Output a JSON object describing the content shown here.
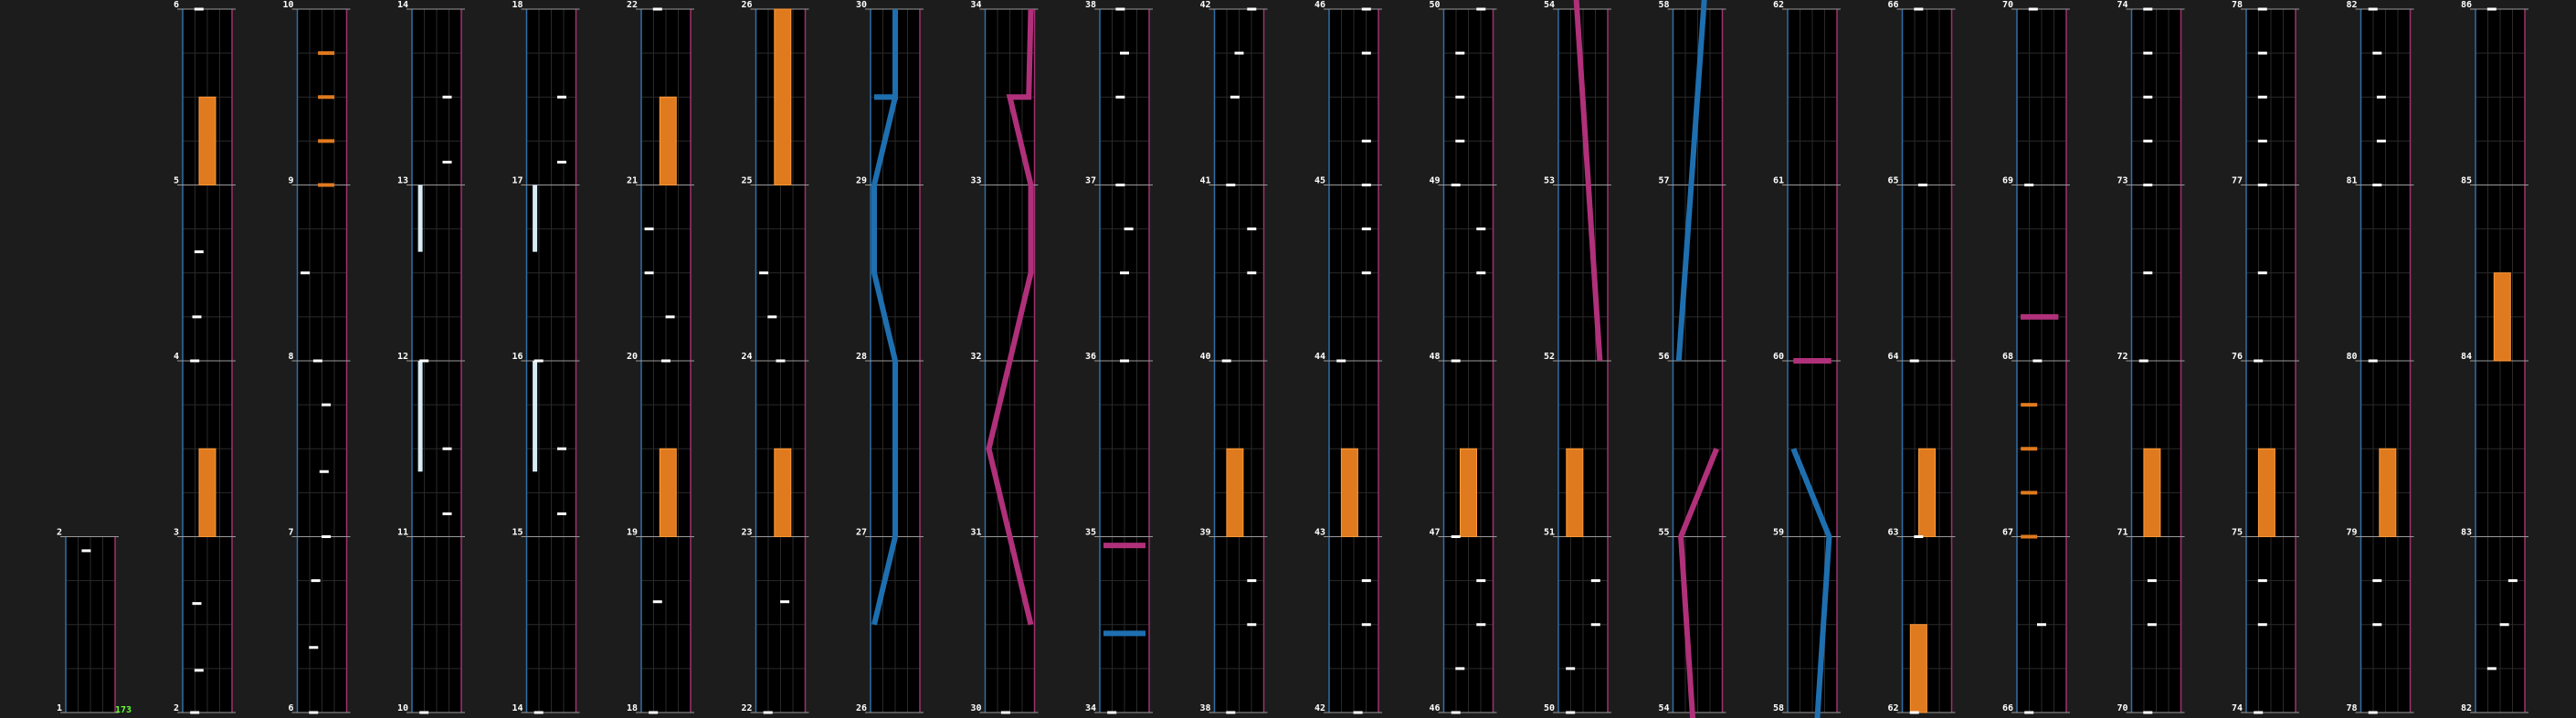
{
  "colors": {
    "background": "#1c1c1c",
    "lane_bg": "#000000",
    "left_border": "#2e6fa8",
    "right_border": "#a0306e",
    "beat_line": "#2a2a2a",
    "measure_line": "#9a9a9a",
    "tap_note": "#ffffff",
    "hold_note": "#e07a1e",
    "flick_note": "#e07a1e",
    "blue_slide": "#1e6fb0",
    "pink_slide": "#b0307a",
    "long_white": "#d9ecf5",
    "combo_text": "#66ff33"
  },
  "combo_count": "173",
  "columns": [
    {
      "start": 1,
      "end": 2,
      "labels": [
        "1",
        "2"
      ]
    },
    {
      "start": 2,
      "end": 6,
      "labels": [
        "2",
        "3",
        "4",
        "5",
        "6"
      ]
    },
    {
      "start": 6,
      "end": 10,
      "labels": [
        "6",
        "7",
        "8",
        "9",
        "10"
      ]
    },
    {
      "start": 10,
      "end": 14,
      "labels": [
        "10",
        "11",
        "12",
        "13",
        "14"
      ]
    },
    {
      "start": 14,
      "end": 18,
      "labels": [
        "14",
        "15",
        "16",
        "17",
        "18"
      ]
    },
    {
      "start": 18,
      "end": 22,
      "labels": [
        "18",
        "19",
        "20",
        "21",
        "22"
      ]
    },
    {
      "start": 22,
      "end": 26,
      "labels": [
        "22",
        "23",
        "24",
        "25",
        "26"
      ]
    },
    {
      "start": 26,
      "end": 30,
      "labels": [
        "26",
        "27",
        "28",
        "29",
        "30"
      ]
    },
    {
      "start": 30,
      "end": 34,
      "labels": [
        "30",
        "31",
        "32",
        "33",
        "34"
      ]
    },
    {
      "start": 34,
      "end": 38,
      "labels": [
        "34",
        "35",
        "36",
        "37",
        "38"
      ]
    },
    {
      "start": 38,
      "end": 42,
      "labels": [
        "38",
        "39",
        "40",
        "41",
        "42"
      ]
    },
    {
      "start": 42,
      "end": 46,
      "labels": [
        "42",
        "43",
        "44",
        "45",
        "46"
      ]
    },
    {
      "start": 46,
      "end": 50,
      "labels": [
        "46",
        "47",
        "48",
        "49",
        "50"
      ]
    },
    {
      "start": 50,
      "end": 54,
      "labels": [
        "50",
        "51",
        "52",
        "53",
        "54"
      ]
    },
    {
      "start": 54,
      "end": 58,
      "labels": [
        "54",
        "55",
        "56",
        "57",
        "58"
      ]
    },
    {
      "start": 58,
      "end": 62,
      "labels": [
        "58",
        "59",
        "60",
        "61",
        "62"
      ]
    },
    {
      "start": 62,
      "end": 66,
      "labels": [
        "62",
        "63",
        "64",
        "65",
        "66"
      ]
    },
    {
      "start": 66,
      "end": 70,
      "labels": [
        "66",
        "67",
        "68",
        "69",
        "70"
      ]
    },
    {
      "start": 70,
      "end": 74,
      "labels": [
        "70",
        "71",
        "72",
        "73",
        "74"
      ]
    },
    {
      "start": 74,
      "end": 78,
      "labels": [
        "74",
        "75",
        "76",
        "77",
        "78"
      ]
    },
    {
      "start": 78,
      "end": 82,
      "labels": [
        "78",
        "79",
        "80",
        "81",
        "82"
      ]
    },
    {
      "start": 82,
      "end": 86,
      "labels": [
        "82",
        "83",
        "84",
        "85",
        "86"
      ]
    }
  ],
  "notes": {
    "taps": [
      {
        "col": 0,
        "t": 0.92,
        "lane": 0.4
      },
      {
        "col": 1,
        "t": 0.0,
        "lane": 0.2
      },
      {
        "col": 1,
        "t": 0.62,
        "lane": 0.25
      },
      {
        "col": 1,
        "t": 0.24,
        "lane": 0.3
      },
      {
        "col": 1,
        "t": 2.62,
        "lane": 0.3
      },
      {
        "col": 1,
        "t": 2.25,
        "lane": 0.25
      },
      {
        "col": 1,
        "t": 2.0,
        "lane": 0.2
      },
      {
        "col": 1,
        "t": 4.0,
        "lane": 0.3
      },
      {
        "col": 2,
        "t": 0.0,
        "lane": 0.3
      },
      {
        "col": 2,
        "t": 0.37,
        "lane": 0.3
      },
      {
        "col": 2,
        "t": 0.75,
        "lane": 0.35
      },
      {
        "col": 2,
        "t": 1.0,
        "lane": 0.6
      },
      {
        "col": 2,
        "t": 1.37,
        "lane": 0.55
      },
      {
        "col": 2,
        "t": 1.75,
        "lane": 0.6
      },
      {
        "col": 2,
        "t": 2.0,
        "lane": 0.4
      },
      {
        "col": 2,
        "t": 2.5,
        "lane": 0.1
      },
      {
        "col": 3,
        "t": 0.0,
        "lane": 0.2
      },
      {
        "col": 3,
        "t": 1.13,
        "lane": 0.75
      },
      {
        "col": 3,
        "t": 1.5,
        "lane": 0.75
      },
      {
        "col": 3,
        "t": 2.0,
        "lane": 0.2
      },
      {
        "col": 3,
        "t": 3.13,
        "lane": 0.75
      },
      {
        "col": 3,
        "t": 3.5,
        "lane": 0.75
      },
      {
        "col": 4,
        "t": 0.0,
        "lane": 0.2
      },
      {
        "col": 4,
        "t": 1.13,
        "lane": 0.75
      },
      {
        "col": 4,
        "t": 1.5,
        "lane": 0.75
      },
      {
        "col": 4,
        "t": 2.0,
        "lane": 0.2
      },
      {
        "col": 4,
        "t": 3.13,
        "lane": 0.75
      },
      {
        "col": 4,
        "t": 3.5,
        "lane": 0.75
      },
      {
        "col": 5,
        "t": 0.0,
        "lane": 0.2
      },
      {
        "col": 5,
        "t": 0.63,
        "lane": 0.3
      },
      {
        "col": 5,
        "t": 2.0,
        "lane": 0.5
      },
      {
        "col": 5,
        "t": 2.25,
        "lane": 0.6
      },
      {
        "col": 5,
        "t": 2.5,
        "lane": 0.1
      },
      {
        "col": 5,
        "t": 2.75,
        "lane": 0.1
      },
      {
        "col": 5,
        "t": 4.0,
        "lane": 0.3
      },
      {
        "col": 6,
        "t": 0.0,
        "lane": 0.2
      },
      {
        "col": 6,
        "t": 0.63,
        "lane": 0.6
      },
      {
        "col": 6,
        "t": 2.0,
        "lane": 0.5
      },
      {
        "col": 6,
        "t": 2.25,
        "lane": 0.3
      },
      {
        "col": 6,
        "t": 2.5,
        "lane": 0.1
      },
      {
        "col": 8,
        "t": 0.0,
        "lane": 0.4
      },
      {
        "col": 9,
        "t": 0.0,
        "lane": 0.2
      },
      {
        "col": 9,
        "t": 2.0,
        "lane": 0.5
      },
      {
        "col": 9,
        "t": 2.5,
        "lane": 0.5
      },
      {
        "col": 9,
        "t": 2.75,
        "lane": 0.6
      },
      {
        "col": 9,
        "t": 3.0,
        "lane": 0.4
      },
      {
        "col": 9,
        "t": 3.5,
        "lane": 0.4
      },
      {
        "col": 9,
        "t": 3.75,
        "lane": 0.5
      },
      {
        "col": 9,
        "t": 4.0,
        "lane": 0.4
      },
      {
        "col": 10,
        "t": 0.0,
        "lane": 0.3
      },
      {
        "col": 10,
        "t": 0.5,
        "lane": 0.8
      },
      {
        "col": 10,
        "t": 0.75,
        "lane": 0.8
      },
      {
        "col": 10,
        "t": 2.0,
        "lane": 0.2
      },
      {
        "col": 10,
        "t": 2.5,
        "lane": 0.8
      },
      {
        "col": 10,
        "t": 2.75,
        "lane": 0.8
      },
      {
        "col": 10,
        "t": 3.0,
        "lane": 0.3
      },
      {
        "col": 10,
        "t": 3.5,
        "lane": 0.4
      },
      {
        "col": 10,
        "t": 3.75,
        "lane": 0.5
      },
      {
        "col": 10,
        "t": 4.0,
        "lane": 0.8
      },
      {
        "col": 11,
        "t": 0.0,
        "lane": 0.6
      },
      {
        "col": 11,
        "t": 0.5,
        "lane": 0.8
      },
      {
        "col": 11,
        "t": 0.75,
        "lane": 0.8
      },
      {
        "col": 11,
        "t": 2.0,
        "lane": 0.2
      },
      {
        "col": 11,
        "t": 2.5,
        "lane": 0.8
      },
      {
        "col": 11,
        "t": 2.75,
        "lane": 0.8
      },
      {
        "col": 11,
        "t": 3.0,
        "lane": 0.8
      },
      {
        "col": 11,
        "t": 3.25,
        "lane": 0.8
      },
      {
        "col": 11,
        "t": 3.75,
        "lane": 0.8
      },
      {
        "col": 11,
        "t": 4.0,
        "lane": 0.8
      },
      {
        "col": 12,
        "t": 0.0,
        "lane": 0.2
      },
      {
        "col": 12,
        "t": 0.5,
        "lane": 0.8
      },
      {
        "col": 12,
        "t": 0.75,
        "lane": 0.8
      },
      {
        "col": 12,
        "t": 0.25,
        "lane": 0.3
      },
      {
        "col": 12,
        "t": 1.0,
        "lane": 0.2
      },
      {
        "col": 12,
        "t": 2.0,
        "lane": 0.2
      },
      {
        "col": 12,
        "t": 2.5,
        "lane": 0.8
      },
      {
        "col": 12,
        "t": 2.75,
        "lane": 0.8
      },
      {
        "col": 12,
        "t": 3.0,
        "lane": 0.2
      },
      {
        "col": 12,
        "t": 3.25,
        "lane": 0.3
      },
      {
        "col": 12,
        "t": 3.5,
        "lane": 0.3
      },
      {
        "col": 12,
        "t": 3.75,
        "lane": 0.3
      },
      {
        "col": 12,
        "t": 4.0,
        "lane": 0.8
      },
      {
        "col": 13,
        "t": 0.0,
        "lane": 0.2
      },
      {
        "col": 13,
        "t": 0.25,
        "lane": 0.2
      },
      {
        "col": 13,
        "t": 0.5,
        "lane": 0.8
      },
      {
        "col": 13,
        "t": 0.75,
        "lane": 0.8
      },
      {
        "col": 16,
        "t": 0.0,
        "lane": 0.2
      },
      {
        "col": 16,
        "t": 1.0,
        "lane": 0.3
      },
      {
        "col": 16,
        "t": 2.0,
        "lane": 0.2
      },
      {
        "col": 16,
        "t": 3.0,
        "lane": 0.4
      },
      {
        "col": 16,
        "t": 4.0,
        "lane": 0.3
      },
      {
        "col": 17,
        "t": 0.0,
        "lane": 0.2
      },
      {
        "col": 17,
        "t": 0.5,
        "lane": 0.5
      },
      {
        "col": 17,
        "t": 2.0,
        "lane": 0.4
      },
      {
        "col": 17,
        "t": 3.0,
        "lane": 0.2
      },
      {
        "col": 17,
        "t": 4.0,
        "lane": 0.3
      },
      {
        "col": 18,
        "t": 0.0,
        "lane": 0.3
      },
      {
        "col": 18,
        "t": 0.5,
        "lane": 0.4
      },
      {
        "col": 18,
        "t": 0.75,
        "lane": 0.4
      },
      {
        "col": 18,
        "t": 2.0,
        "lane": 0.2
      },
      {
        "col": 18,
        "t": 2.5,
        "lane": 0.3
      },
      {
        "col": 18,
        "t": 3.0,
        "lane": 0.3
      },
      {
        "col": 18,
        "t": 3.25,
        "lane": 0.3
      },
      {
        "col": 18,
        "t": 3.5,
        "lane": 0.3
      },
      {
        "col": 18,
        "t": 3.75,
        "lane": 0.3
      },
      {
        "col": 18,
        "t": 4.0,
        "lane": 0.3
      },
      {
        "col": 19,
        "t": 0.0,
        "lane": 0.2
      },
      {
        "col": 19,
        "t": 0.5,
        "lane": 0.3
      },
      {
        "col": 19,
        "t": 0.75,
        "lane": 0.3
      },
      {
        "col": 19,
        "t": 2.0,
        "lane": 0.2
      },
      {
        "col": 19,
        "t": 2.5,
        "lane": 0.3
      },
      {
        "col": 19,
        "t": 3.0,
        "lane": 0.3
      },
      {
        "col": 19,
        "t": 3.25,
        "lane": 0.3
      },
      {
        "col": 19,
        "t": 3.5,
        "lane": 0.3
      },
      {
        "col": 19,
        "t": 3.75,
        "lane": 0.3
      },
      {
        "col": 19,
        "t": 4.0,
        "lane": 0.3
      },
      {
        "col": 20,
        "t": 0.0,
        "lane": 0.2
      },
      {
        "col": 20,
        "t": 0.5,
        "lane": 0.3
      },
      {
        "col": 20,
        "t": 0.75,
        "lane": 0.3
      },
      {
        "col": 20,
        "t": 2.0,
        "lane": 0.2
      },
      {
        "col": 20,
        "t": 3.0,
        "lane": 0.3
      },
      {
        "col": 20,
        "t": 3.25,
        "lane": 0.4
      },
      {
        "col": 20,
        "t": 3.5,
        "lane": 0.4
      },
      {
        "col": 20,
        "t": 3.75,
        "lane": 0.3
      },
      {
        "col": 20,
        "t": 4.0,
        "lane": 0.2
      },
      {
        "col": 21,
        "t": 0.5,
        "lane": 0.6
      },
      {
        "col": 21,
        "t": 0.25,
        "lane": 0.3
      },
      {
        "col": 21,
        "t": 0.75,
        "lane": 0.8
      },
      {
        "col": 21,
        "t": 4.0,
        "lane": 0.3
      }
    ],
    "holds": [
      {
        "col": 1,
        "t0": 3.0,
        "t1": 3.5,
        "lane": 0.5
      },
      {
        "col": 1,
        "t0": 1.0,
        "t1": 1.5,
        "lane": 0.5
      },
      {
        "col": 5,
        "t0": 1.0,
        "t1": 1.5,
        "lane": 0.55
      },
      {
        "col": 5,
        "t0": 3.0,
        "t1": 3.5,
        "lane": 0.55
      },
      {
        "col": 6,
        "t0": 1.0,
        "t1": 1.5,
        "lane": 0.55
      },
      {
        "col": 6,
        "t0": 3.0,
        "t1": 4.0,
        "lane": 0.55
      },
      {
        "col": 10,
        "t0": 1.0,
        "t1": 1.5,
        "lane": 0.4
      },
      {
        "col": 11,
        "t0": 1.0,
        "t1": 1.5,
        "lane": 0.4
      },
      {
        "col": 12,
        "t0": 1.0,
        "t1": 1.5,
        "lane": 0.5
      },
      {
        "col": 13,
        "t0": 1.0,
        "t1": 1.5,
        "lane": 0.3
      },
      {
        "col": 16,
        "t0": 1.0,
        "t1": 1.5,
        "lane": 0.5
      },
      {
        "col": 16,
        "t0": 0.0,
        "t1": 0.5,
        "lane": 0.3
      },
      {
        "col": 18,
        "t0": 1.0,
        "t1": 1.5,
        "lane": 0.4
      },
      {
        "col": 19,
        "t0": 1.0,
        "t1": 1.5,
        "lane": 0.4
      },
      {
        "col": 20,
        "t0": 1.0,
        "t1": 1.5,
        "lane": 0.55
      },
      {
        "col": 21,
        "t0": 2.0,
        "t1": 2.5,
        "lane": 0.55
      }
    ],
    "flicks": [
      {
        "col": 2,
        "t": 3.0,
        "lane": 0.6
      },
      {
        "col": 2,
        "t": 3.25,
        "lane": 0.6
      },
      {
        "col": 2,
        "t": 3.5,
        "lane": 0.6
      },
      {
        "col": 2,
        "t": 3.75,
        "lane": 0.6
      },
      {
        "col": 17,
        "t": 1.0,
        "lane": 0.2
      },
      {
        "col": 17,
        "t": 1.25,
        "lane": 0.2
      },
      {
        "col": 17,
        "t": 1.5,
        "lane": 0.2
      },
      {
        "col": 17,
        "t": 1.75,
        "lane": 0.2
      }
    ],
    "long_whites": [
      {
        "col": 3,
        "t0": 1.37,
        "t1": 2.0,
        "lane": 0.1
      },
      {
        "col": 3,
        "t0": 2.62,
        "t1": 3.0,
        "lane": 0.1
      },
      {
        "col": 4,
        "t0": 1.37,
        "t1": 2.0,
        "lane": 0.1
      },
      {
        "col": 4,
        "t0": 2.62,
        "t1": 3.0,
        "lane": 0.1
      }
    ],
    "slides": [
      {
        "col": 7,
        "color": "blue_slide",
        "points": [
          [
            0.5,
            0.0
          ],
          [
            1.0,
            0.5
          ],
          [
            2.0,
            0.5
          ],
          [
            2.5,
            0.0
          ],
          [
            3.0,
            0.0
          ],
          [
            3.5,
            0.5
          ],
          [
            4.0,
            0.5
          ],
          [
            3.5,
            0.5
          ],
          [
            3.5,
            0.0
          ]
        ]
      },
      {
        "col": 8,
        "color": "pink_slide",
        "points": [
          [
            0.5,
            1.0
          ],
          [
            1.0,
            0.5
          ],
          [
            1.5,
            0.0
          ],
          [
            2.0,
            0.5
          ],
          [
            2.5,
            1.0
          ],
          [
            3.0,
            1.0
          ],
          [
            3.5,
            0.5
          ],
          [
            3.5,
            0.95
          ],
          [
            4.0,
            1.0
          ]
        ]
      },
      {
        "col": 13,
        "color": "pink_slide",
        "points": [
          [
            2.0,
            0.9
          ],
          [
            4.2,
            0.3
          ]
        ]
      },
      {
        "col": 14,
        "color": "pink_slide",
        "points": [
          [
            -0.1,
            0.4
          ],
          [
            1.0,
            0.1
          ],
          [
            1.5,
            0.95
          ]
        ]
      },
      {
        "col": 14,
        "color": "blue_slide",
        "points": [
          [
            2.0,
            0.05
          ],
          [
            4.2,
            0.7
          ]
        ]
      },
      {
        "col": 15,
        "color": "blue_slide",
        "points": [
          [
            -0.1,
            0.6
          ],
          [
            1.0,
            0.9
          ],
          [
            1.5,
            0.05
          ]
        ]
      },
      {
        "col": 15,
        "color": "pink_slide",
        "points": [
          [
            2.0,
            0.05
          ],
          [
            2.0,
            0.95
          ]
        ]
      },
      {
        "col": 17,
        "color": "pink_slide",
        "points": [
          [
            2.25,
            0.0
          ],
          [
            2.25,
            0.9
          ]
        ]
      },
      {
        "col": 9,
        "color": "pink_slide",
        "points": [
          [
            0.95,
            0.0
          ],
          [
            0.95,
            1.0
          ]
        ]
      },
      {
        "col": 9,
        "color": "blue_slide",
        "points": [
          [
            0.45,
            0.0
          ],
          [
            0.45,
            1.0
          ]
        ]
      }
    ]
  }
}
